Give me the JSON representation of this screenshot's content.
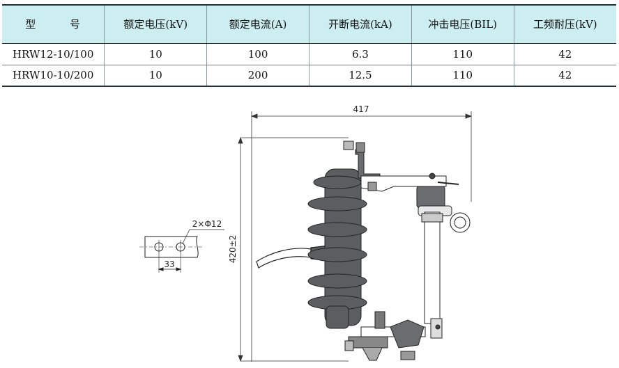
{
  "table": {
    "headers": [
      "型 号",
      "额定电压(kV)",
      "额定电流(A)",
      "开断电流(kA)",
      "冲击电压(BIL)",
      "工频耐压(kV)"
    ],
    "rows": [
      [
        "HRW12-10/100",
        "10",
        "100",
        "6.3",
        "110",
        "42"
      ],
      [
        "HRW10-10/200",
        "10",
        "200",
        "12.5",
        "110",
        "42"
      ]
    ]
  },
  "drawing": {
    "width_dim": "417",
    "height_dim": "420±2",
    "hole_label": "2×Φ12",
    "hole_spacing": "33"
  },
  "colors": {
    "header_bg": "#cdeef0",
    "rule": "#1f2f36",
    "porcelain": "#5b5d60"
  }
}
